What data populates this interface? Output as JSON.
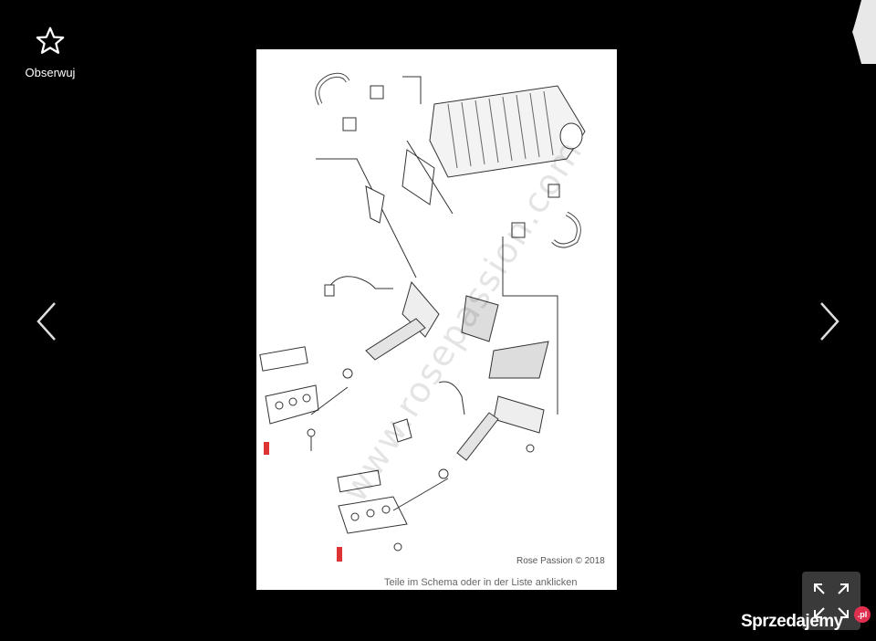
{
  "follow": {
    "label": "Obserwuj",
    "icon": "star-outline-icon"
  },
  "nav": {
    "prev_icon": "chevron-left-icon",
    "next_icon": "chevron-right-icon"
  },
  "image": {
    "watermark": "www.rosepassion.com",
    "copyright": "Rose Passion © 2018",
    "caption": "Teile im Schema oder in der Liste anklicken"
  },
  "fullscreen": {
    "icon": "expand-icon"
  },
  "brand": {
    "name": "Sprzedajemy",
    "suffix": ".pl",
    "accent": "#e0304f"
  }
}
